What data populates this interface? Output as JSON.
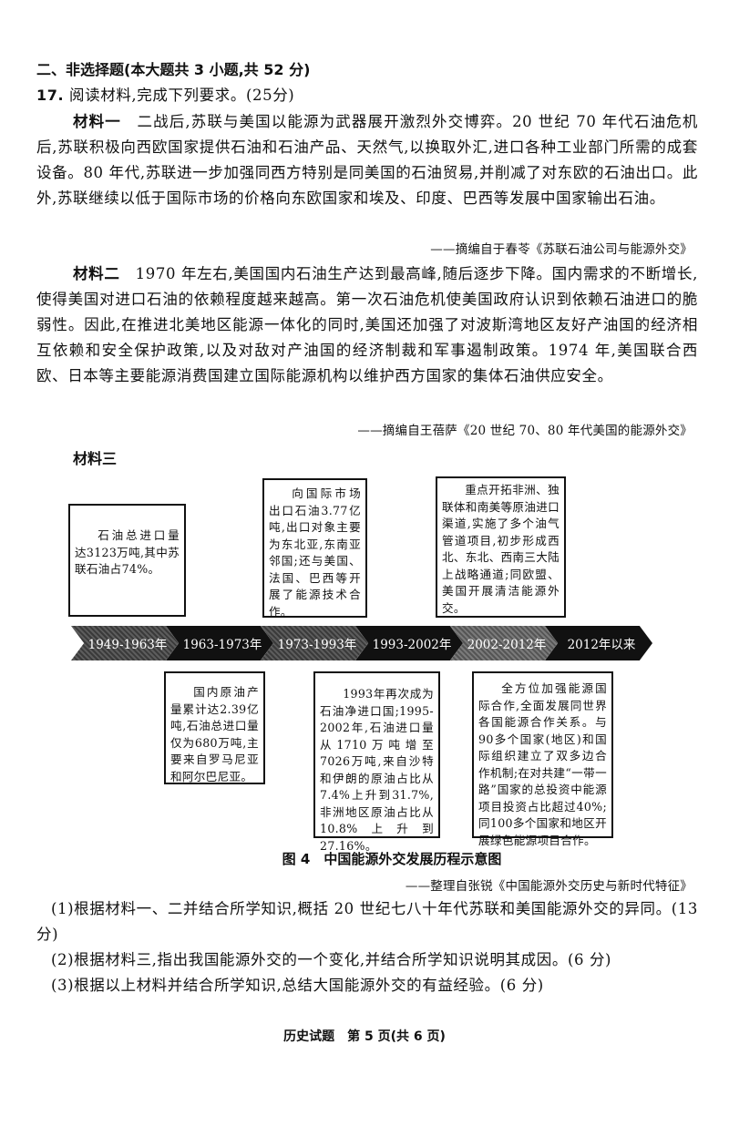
{
  "section_heading": "二、非选择题(本大题共 3 小题,共 52 分)",
  "question": {
    "number": "17.",
    "prompt": "阅读材料,完成下列要求。(25分)"
  },
  "material1": {
    "label": "材料一",
    "text": "二战后,苏联与美国以能源为武器展开激烈外交博弈。20 世纪 70 年代石油危机后,苏联积极向西欧国家提供石油和石油产品、天然气,以换取外汇,进口各种工业部门所需的成套设备。80 年代,苏联进一步加强同西方特别是同美国的石油贸易,并削减了对东欧的石油出口。此外,苏联继续以低于国际市场的价格向东欧国家和埃及、印度、巴西等发展中国家输出石油。",
    "source": "——摘编自于春苓《苏联石油公司与能源外交》"
  },
  "material2": {
    "label": "材料二",
    "text": "1970 年左右,美国国内石油生产达到最高峰,随后逐步下降。国内需求的不断增长,使得美国对进口石油的依赖程度越来越高。第一次石油危机使美国政府认识到依赖石油进口的脆弱性。因此,在推进北美地区能源一体化的同时,美国还加强了对波斯湾地区友好产油国的经济相互依赖和安全保护政策,以及对敌对产油国的经济制裁和军事遏制政策。1974 年,美国联合西欧、日本等主要能源消费国建立国际能源机构以维护西方国家的集体石油供应安全。",
    "source": "——摘编自王蓓萨《20 世纪 70、80 年代美国的能源外交》"
  },
  "material3": {
    "label": "材料三",
    "periods": [
      "1949-1963年",
      "1963-1973年",
      "1973-1993年",
      "1993-2002年",
      "2002-2012年",
      "2012年以来"
    ],
    "boxes": [
      "石油总进口量达3123万吨,其中苏联石油占74%。",
      "国内原油产量累计达2.39亿吨,石油总进口量仅为680万吨,主要来自罗马尼亚和阿尔巴尼亚。",
      "向国际市场出口石油3.77亿吨,出口对象主要为东北亚,东南亚邻国;还与美国、法国、巴西等开展了能源技术合作。",
      "1993年再次成为石油净进口国;1995-2002年,石油进口量从1710万吨增至7026万吨,来自沙特和伊朗的原油占比从7.4%上升到31.7%,非洲地区原油占比从10.8%上升到27.16%。",
      "重点开拓非洲、独联体和南美等原油进口渠道,实施了多个油气管道项目,初步形成西北、东北、西南三大陆上战略通道;同欧盟、美国开展清洁能源外交。",
      "全方位加强能源国际合作,全面发展同世界各国能源合作关系。与90多个国家(地区)和国际组织建立了双多边合作机制;在对共建“一带一路”国家的总投资中能源项目投资占比超过40%;同100多个国家和地区开展绿色能源项目合作。"
    ],
    "caption": "图 4　中国能源外交发展历程示意图",
    "source": "——整理自张锐《中国能源外交历史与新时代特征》"
  },
  "subquestions": [
    "(1)根据材料一、二并结合所学知识,概括 20 世纪七八十年代苏联和美国能源外交的异同。(13 分)",
    "(2)根据材料三,指出我国能源外交的一个变化,并结合所学知识说明其成因。(6 分)",
    "(3)根据以上材料并结合所学知识,总结大国能源外交的有益经验。(6 分)"
  ],
  "footer": "历史试题　第 5 页(共 6 页)"
}
